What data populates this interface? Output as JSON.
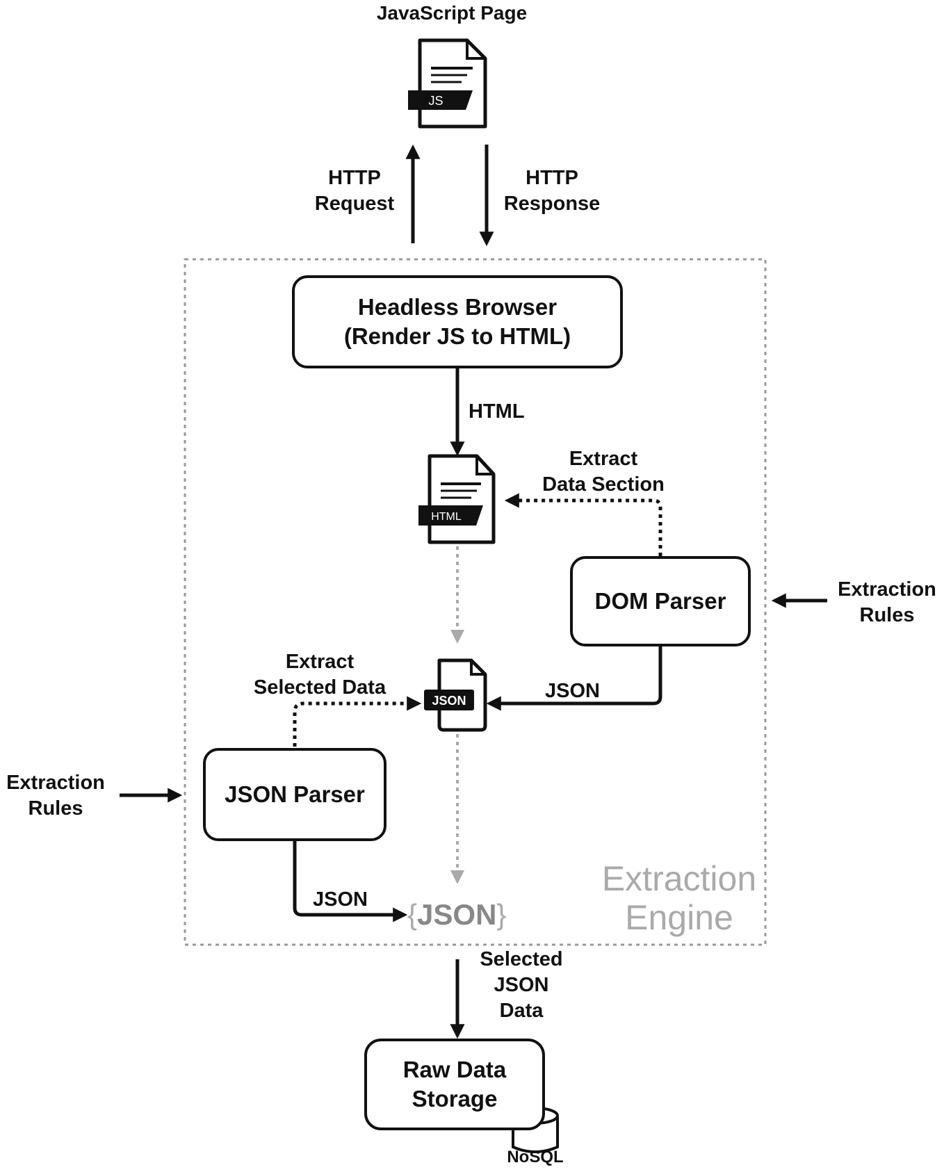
{
  "top_page": {
    "title": "JavaScript Page",
    "badge": "JS"
  },
  "http_request": {
    "line1": "HTTP",
    "line2": "Request"
  },
  "http_response": {
    "line1": "HTTP",
    "line2": "Response"
  },
  "headless_browser": {
    "line1": "Headless Browser",
    "line2": "(Render JS to HTML)"
  },
  "html_edge_label": "HTML",
  "html_file": {
    "badge": "HTML"
  },
  "extract_data_section": {
    "line1": "Extract",
    "line2": "Data Section"
  },
  "dom_parser": {
    "label": "DOM Parser"
  },
  "extraction_rules_right": {
    "line1": "Extraction",
    "line2": "Rules"
  },
  "json_file": {
    "badge": "JSON"
  },
  "dom_json_edge_label": "JSON",
  "extract_selected_data": {
    "line1": "Extract",
    "line2": "Selected Data"
  },
  "json_parser": {
    "label": "JSON Parser"
  },
  "extraction_rules_left": {
    "line1": "Extraction",
    "line2": "Rules"
  },
  "parser_json_edge_label": "JSON",
  "json_output": {
    "open": "{",
    "text": "JSON",
    "close": "}"
  },
  "extraction_engine": {
    "line1": "Extraction",
    "line2": "Engine"
  },
  "selected_json_data": {
    "line1": "Selected",
    "line2": "JSON",
    "line3": "Data"
  },
  "raw_data_storage": {
    "line1": "Raw Data",
    "line2": "Storage"
  },
  "nosql": {
    "label": "NoSQL"
  }
}
